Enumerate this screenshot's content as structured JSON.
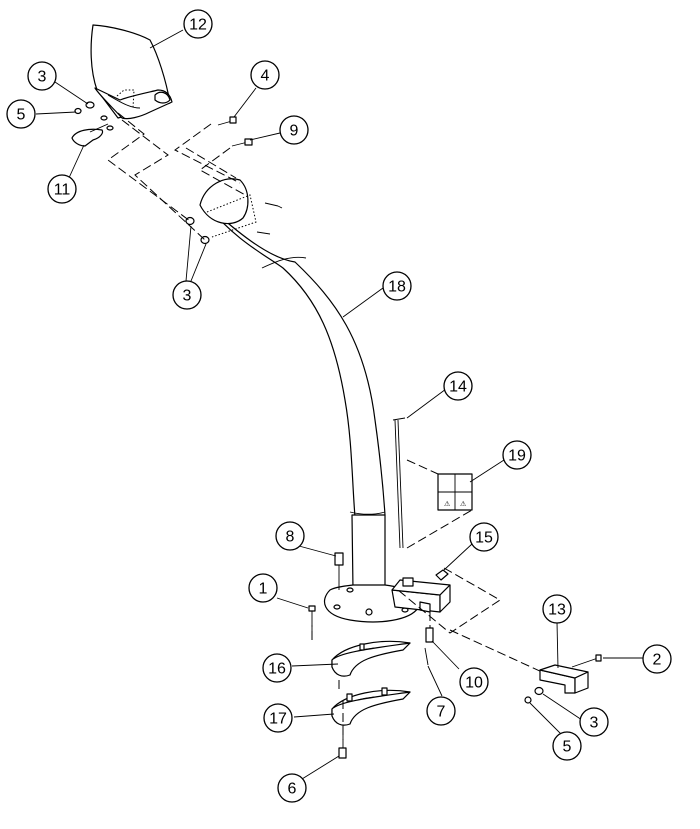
{
  "callouts": [
    {
      "id": "c12",
      "label": "12"
    },
    {
      "id": "c3a",
      "label": "3"
    },
    {
      "id": "c5a",
      "label": "5"
    },
    {
      "id": "c11",
      "label": "11"
    },
    {
      "id": "c4",
      "label": "4"
    },
    {
      "id": "c9",
      "label": "9"
    },
    {
      "id": "c3b",
      "label": "3"
    },
    {
      "id": "c18",
      "label": "18"
    },
    {
      "id": "c14",
      "label": "14"
    },
    {
      "id": "c19",
      "label": "19"
    },
    {
      "id": "c8",
      "label": "8"
    },
    {
      "id": "c15",
      "label": "15"
    },
    {
      "id": "c1",
      "label": "1"
    },
    {
      "id": "c13",
      "label": "13"
    },
    {
      "id": "c2",
      "label": "2"
    },
    {
      "id": "c16",
      "label": "16"
    },
    {
      "id": "c10",
      "label": "10"
    },
    {
      "id": "c3c",
      "label": "3"
    },
    {
      "id": "c7",
      "label": "7"
    },
    {
      "id": "c17",
      "label": "17"
    },
    {
      "id": "c5b",
      "label": "5"
    },
    {
      "id": "c6",
      "label": "6"
    }
  ]
}
